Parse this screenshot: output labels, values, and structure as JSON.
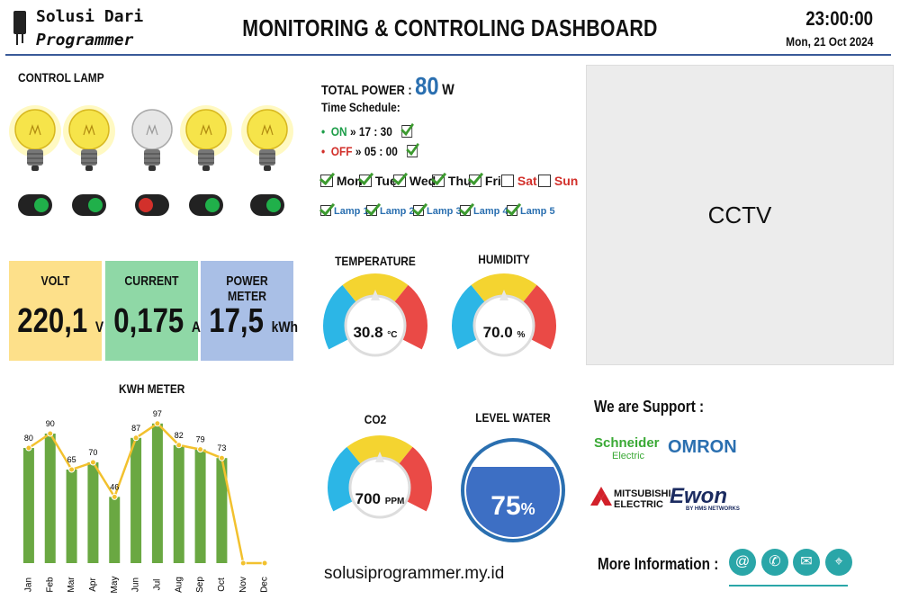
{
  "header": {
    "brand_line1": "Solusi Dari",
    "brand_line2": "Programmer",
    "title": "MONITORING & CONTROLING DASHBOARD",
    "time": "23:00:00",
    "date": "Mon, 21 Oct 2024"
  },
  "control_lamp": {
    "title": "CONTROL LAMP",
    "lamps": [
      {
        "on": true
      },
      {
        "on": true
      },
      {
        "on": false
      },
      {
        "on": true
      },
      {
        "on": true
      }
    ]
  },
  "stats": {
    "volt": {
      "label": "VOLT",
      "value": "220,1",
      "unit": "V",
      "color": "#fde08a"
    },
    "current": {
      "label": "CURRENT",
      "value": "0,175",
      "unit": "A",
      "color": "#8fd8a6"
    },
    "power": {
      "label": "POWER METER",
      "value": "17,5",
      "unit": "kWh",
      "color": "#a9bfe6"
    }
  },
  "total_power": {
    "label": "TOTAL POWER :",
    "value": "80",
    "unit": "W"
  },
  "schedule": {
    "title": "Time Schedule:",
    "on_label": "ON",
    "on_time": "» 17 : 30",
    "off_label": "OFF",
    "off_time": "» 05 : 00"
  },
  "days": [
    {
      "label": "Mon",
      "checked": true
    },
    {
      "label": "Tue",
      "checked": true
    },
    {
      "label": "Wed",
      "checked": true
    },
    {
      "label": "Thu",
      "checked": true
    },
    {
      "label": "Fri",
      "checked": true
    },
    {
      "label": "Sat",
      "checked": false
    },
    {
      "label": "Sun",
      "checked": false
    }
  ],
  "lamp_checks": [
    "Lamp 1",
    "Lamp 2",
    "Lamp 3",
    "Lamp 4",
    "Lamp 5"
  ],
  "gauges": {
    "temperature": {
      "title": "TEMPERATURE",
      "value": "30.8",
      "unit": "°C"
    },
    "humidity": {
      "title": "HUMIDITY",
      "value": "70.0",
      "unit": "%"
    },
    "co2": {
      "title": "CO2",
      "value": "700",
      "unit": "PPM"
    },
    "level_water": {
      "title": "LEVEL WATER",
      "value": "75",
      "unit": "%",
      "level": 0.75
    }
  },
  "cctv_label": "CCTV",
  "website": "solusiprogrammer.my.id",
  "support": {
    "title": "We are Support :",
    "schneider_1": "Schneider",
    "schneider_2": "Electric",
    "omron": "OMRON",
    "mitsubishi_1": "MITSUBISHI",
    "mitsubishi_2": "ELECTRIC",
    "ewon": "Ewon",
    "ewon_sub": "BY HMS NETWORKS"
  },
  "more_info": "More Information :",
  "colors": {
    "lamp_on": "#f6e44a",
    "lamp_off": "#e6e6e6",
    "bar": "#6aa842",
    "line": "#f2c12e",
    "accent_blue": "#2a6fb0"
  },
  "chart_data": {
    "type": "bar",
    "title": "KWH METER",
    "categories": [
      "Jan",
      "Feb",
      "Mar",
      "Apr",
      "May",
      "Jun",
      "Jul",
      "Aug",
      "Sep",
      "Oct",
      "Nov",
      "Dec"
    ],
    "values": [
      80,
      90,
      65,
      70,
      46,
      87,
      97,
      82,
      79,
      73,
      0,
      0
    ],
    "value_labels": [
      "80",
      "90",
      "65",
      "70",
      "46",
      "87",
      "97",
      "82",
      "79",
      "73"
    ],
    "ylim": [
      0,
      110
    ],
    "grid": false,
    "overlay_line": true
  }
}
